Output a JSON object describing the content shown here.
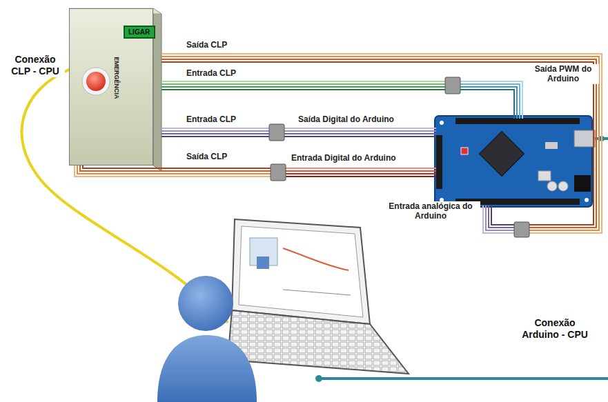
{
  "diagram": {
    "nodes": [
      {
        "text": [
          "EMERGÊNCIA"
        ]
      },
      {
        "text": [
          "LIGAR"
        ],
        "in": 0
      }
    ],
    "labels": [
      "Conexão CLP - CPU",
      "Saída CLP",
      "Entrada CLP",
      "Saída PWM do Arduino",
      "Entrada CLP",
      "Saída Digital do Arduino",
      "Saída CLP",
      "Entrada Digital do Arduino",
      "Entrada analógica do Arduino",
      "Conexão Arduino - CPU"
    ]
  }
}
